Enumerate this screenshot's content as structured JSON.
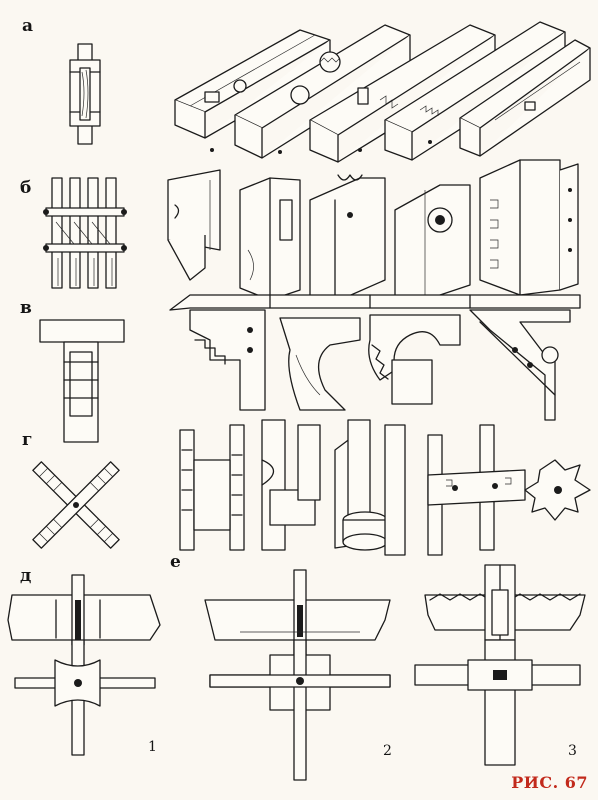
{
  "rows": {
    "a": "а",
    "b": "б",
    "v": "в",
    "g": "г",
    "d": "д",
    "e": "е"
  },
  "panel_numbers": [
    "1",
    "2",
    "3"
  ],
  "figure_caption": "РИС. 67",
  "colors": {
    "ink": "#1b1b1b",
    "paper": "#fbf8f2",
    "caption": "#c22a1c"
  }
}
